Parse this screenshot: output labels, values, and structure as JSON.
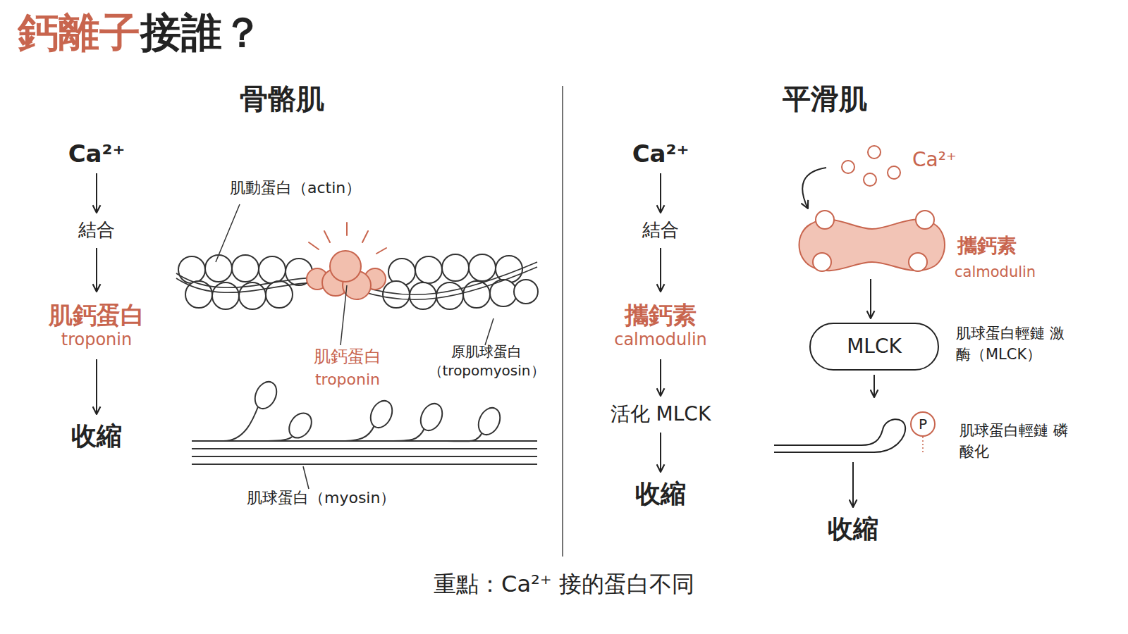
{
  "diagram": {
    "title": "鈣離子接誰？",
    "caption": "重點：Ca²⁺ 接的蛋白不同",
    "nodes": [
      {
        "text": [
          "Ca²⁺"
        ]
      },
      {
        "text": [
          "結合"
        ]
      },
      {
        "text": [
          "肌鈣蛋白",
          "troponin"
        ]
      },
      {
        "text": [
          "收縮"
        ]
      },
      {
        "text": [
          "Ca²⁺"
        ]
      },
      {
        "text": [
          "結合"
        ]
      },
      {
        "text": [
          "攜鈣素",
          "calmodulin"
        ]
      },
      {
        "text": [
          "活化 MLCK"
        ]
      },
      {
        "text": [
          "收縮"
        ]
      },
      {
        "text": [
          "Ca²⁺"
        ]
      },
      {
        "text": [
          "攜鈣素",
          "calmodulin"
        ]
      },
      {
        "text": [
          "MLCK",
          "肌球蛋白輕鏈 激酶（MLCK）"
        ]
      },
      {
        "text": [
          "肌球蛋白輕鏈 磷酸化"
        ]
      },
      {
        "text": [
          "P"
        ],
        "in": 12
      },
      {
        "text": [
          "收縮"
        ]
      }
    ],
    "edges": [
      {
        "from": 0,
        "to": 1,
        "arrow": "to"
      },
      {
        "from": 1,
        "to": 2,
        "arrow": "to"
      },
      {
        "from": 2,
        "to": 3,
        "arrow": "to"
      },
      {
        "from": 4,
        "to": 5,
        "arrow": "to"
      },
      {
        "from": 5,
        "to": 6,
        "arrow": "to"
      },
      {
        "from": 6,
        "to": 7,
        "arrow": "to"
      },
      {
        "from": 7,
        "to": 8,
        "arrow": "to"
      },
      {
        "from": 9,
        "to": 10,
        "arrow": "to"
      },
      {
        "from": 10,
        "to": 11,
        "arrow": "to"
      },
      {
        "from": 11,
        "to": 12,
        "arrow": "to"
      },
      {
        "from": 12,
        "to": 14,
        "arrow": "to"
      }
    ],
    "labels": [
      "骨骼肌",
      "平滑肌",
      "肌動蛋白（actin）",
      "肌鈣蛋白",
      "troponin",
      "原肌球蛋白 （tropomyosin）",
      "肌球蛋白（myosin）"
    ]
  }
}
